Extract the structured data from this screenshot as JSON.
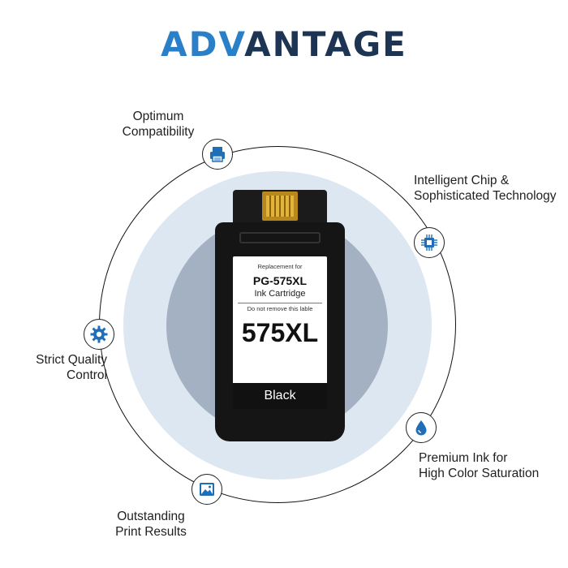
{
  "heading": {
    "part1": "ADV",
    "part2": "ANTAGE"
  },
  "features": [
    {
      "line1": "Optimum",
      "line2": "Compatibility",
      "icon": "printer-icon"
    },
    {
      "line1": "Intelligent Chip &",
      "line2": "Sophisticated Technology",
      "icon": "chip-icon"
    },
    {
      "line1": "Strict Quality",
      "line2": "Control",
      "icon": "gear-icon"
    },
    {
      "line1": "Premium Ink for",
      "line2": "High Color Saturation",
      "icon": "ink-drop-icon"
    },
    {
      "line1": "Outstanding",
      "line2": "Print Results",
      "icon": "image-icon"
    }
  ],
  "cartridge": {
    "replacement": "Replacement for",
    "model": "PG-575XL",
    "ink": "Ink Cartridge",
    "notice": "Do not remove this lable",
    "big_label": "575XL",
    "color_label": "Black"
  },
  "colors": {
    "accent": "#2a7fc9",
    "dark": "#1d3552",
    "ring_light": "#dde7f2",
    "ring_mid": "#a4b1c2",
    "icon_blue": "#1f6fb8"
  }
}
